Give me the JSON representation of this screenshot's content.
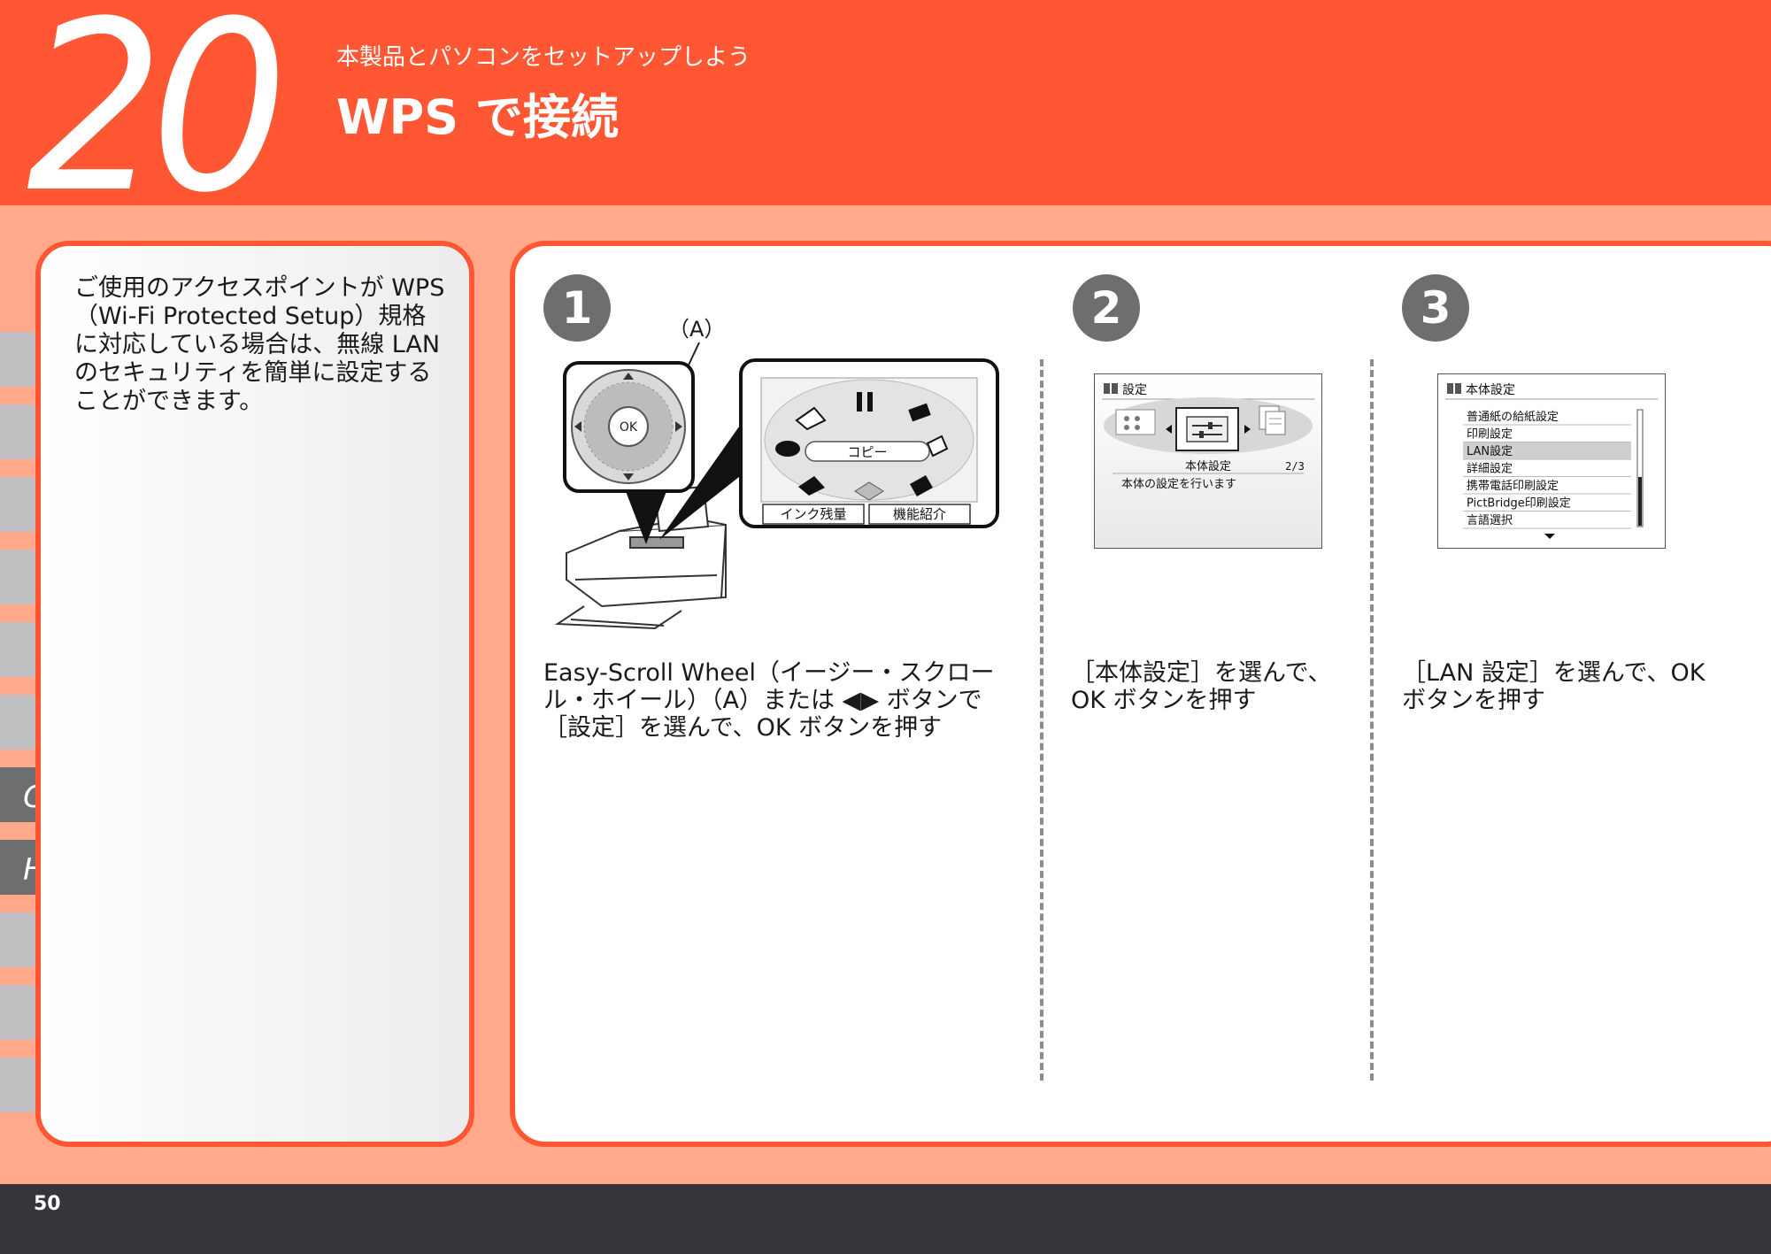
{
  "header": {
    "number": "20",
    "subtitle": "本製品とパソコンをセットアップしよう",
    "title": "WPS で接続"
  },
  "side_tabs": [
    {
      "label": ""
    },
    {
      "label": ""
    },
    {
      "label": ""
    },
    {
      "label": ""
    },
    {
      "label": ""
    },
    {
      "label": ""
    },
    {
      "label": "G"
    },
    {
      "label": "H"
    },
    {
      "label": ""
    },
    {
      "label": ""
    },
    {
      "label": ""
    }
  ],
  "intro": {
    "text": "ご使用のアクセスポイントが WPS（Wi-Fi Protected Setup）規格に対応している場合は、無線 LAN のセキュリティを簡単に設定することができます。"
  },
  "steps": [
    {
      "number": "1",
      "callout": "（A）",
      "ok_label": "OK",
      "menu_center": "コピー",
      "bottom_buttons": [
        "インク残量",
        "機能紹介"
      ],
      "description": "Easy-Scroll Wheel（イージー・スクロール・ホイール）（A）または ◀▶ ボタンで［設定］を選んで、OK ボタンを押す"
    },
    {
      "number": "2",
      "screen_title": "設定",
      "screen_label": "本体設定",
      "screen_page": "2/3",
      "screen_desc": "本体の設定を行います",
      "description": "［本体設定］を選んで、OK ボタンを押す"
    },
    {
      "number": "3",
      "screen_title": "本体設定",
      "menu_items": [
        "普通紙の給紙設定",
        "印刷設定",
        "LAN設定",
        "詳細設定",
        "携帯電話印刷設定",
        "PictBridge印刷設定",
        "言語選択"
      ],
      "selected_index": 2,
      "description": "［LAN 設定］を選んで、OK ボタンを押す"
    }
  ],
  "footer": {
    "page_number": "50"
  }
}
